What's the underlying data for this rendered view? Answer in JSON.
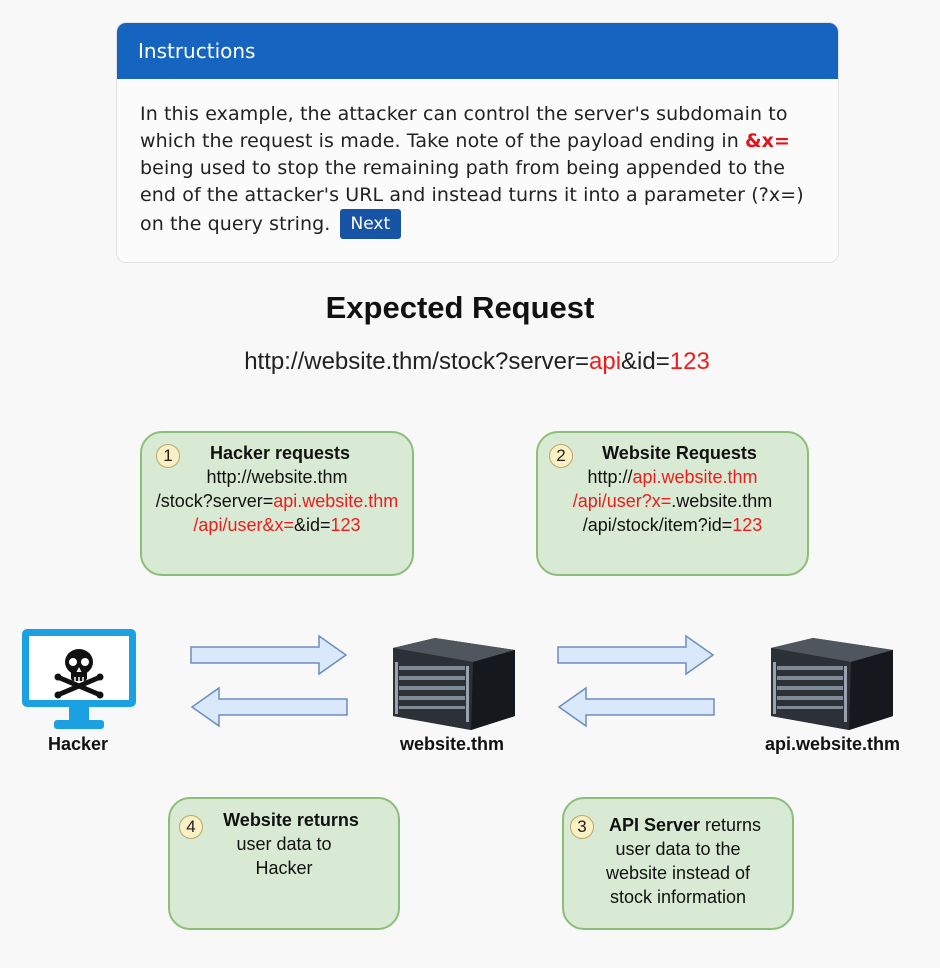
{
  "instructions": {
    "header": "Instructions",
    "text_1": "In this example, the attacker can control the server's subdomain to which the request is made. Take note of the payload ending in ",
    "payload": "&x=",
    "text_2": " being used to stop the remaining path from being appended to the end of the attacker's URL and instead turns it into a parameter (?x=) on the query string.",
    "next_label": "Next"
  },
  "diagram": {
    "title": "Expected Request",
    "expected_url": {
      "prefix": "http://website.thm/stock?server=",
      "server_value": "api",
      "middle": "&id=",
      "id_value": "123"
    },
    "step1": {
      "number": "1",
      "title": "Hacker requests",
      "line1": "http://website.thm",
      "line2_prefix": "/stock?server=",
      "line2_red": "api.website.thm",
      "line3_red": "/api/user&x=",
      "line3_middle": "&id=",
      "line3_red2": "123"
    },
    "step2": {
      "number": "2",
      "title": "Website Requests",
      "line1_prefix": "http://",
      "line1_red": "api.website.thm",
      "line2_red": "/api/user?x=",
      "line2_suffix": ".website.thm",
      "line3_prefix": "/api/stock/item?id=",
      "line3_red": "123"
    },
    "step3": {
      "number": "3",
      "title": "API Server",
      "title_suffix": " returns",
      "line2": "user data to the",
      "line3": "website instead of",
      "line4": "stock information"
    },
    "step4": {
      "number": "4",
      "title": "Website returns",
      "line2": "user data to",
      "line3": "Hacker"
    },
    "nodes": {
      "hacker": "Hacker",
      "website": "website.thm",
      "api": "api.website.thm"
    },
    "icons": {
      "hacker": "skull-monitor-icon",
      "server": "server-rack-icon"
    },
    "colors": {
      "header_blue": "#1565c0",
      "next_blue": "#1854a6",
      "payload_red": "#e3131b",
      "box_fill": "#d9ead4",
      "box_border": "#8dbd7a",
      "arrow_fill": "#dae8fc",
      "arrow_stroke": "#6c8ebf",
      "monitor_blue": "#1ba1e2"
    }
  }
}
